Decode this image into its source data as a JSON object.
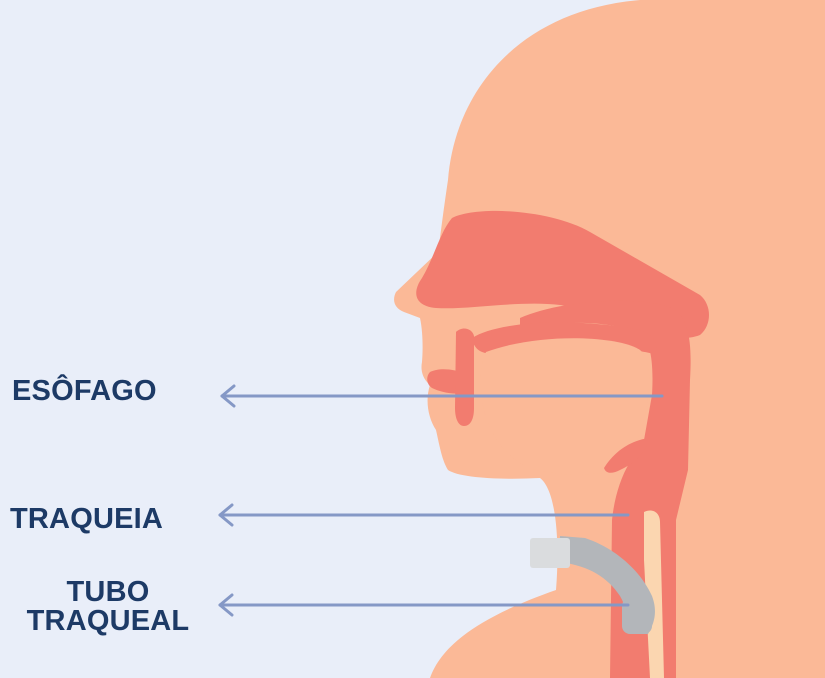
{
  "colors": {
    "background": "#e9eef9",
    "skin": "#fbb997",
    "airway": "#f27c6f",
    "trachea_inner": "#fbd6b0",
    "tube": "#b3b6ba",
    "tube_cuff": "#dadcde",
    "arrow": "#8598c6",
    "label_text": "#1d3a66"
  },
  "labels": {
    "esofago": "ESÔFAGO",
    "traqueia": "TRAQUEIA",
    "tubo_line1": "TUBO",
    "tubo_line2": "TRAQUEAL"
  }
}
